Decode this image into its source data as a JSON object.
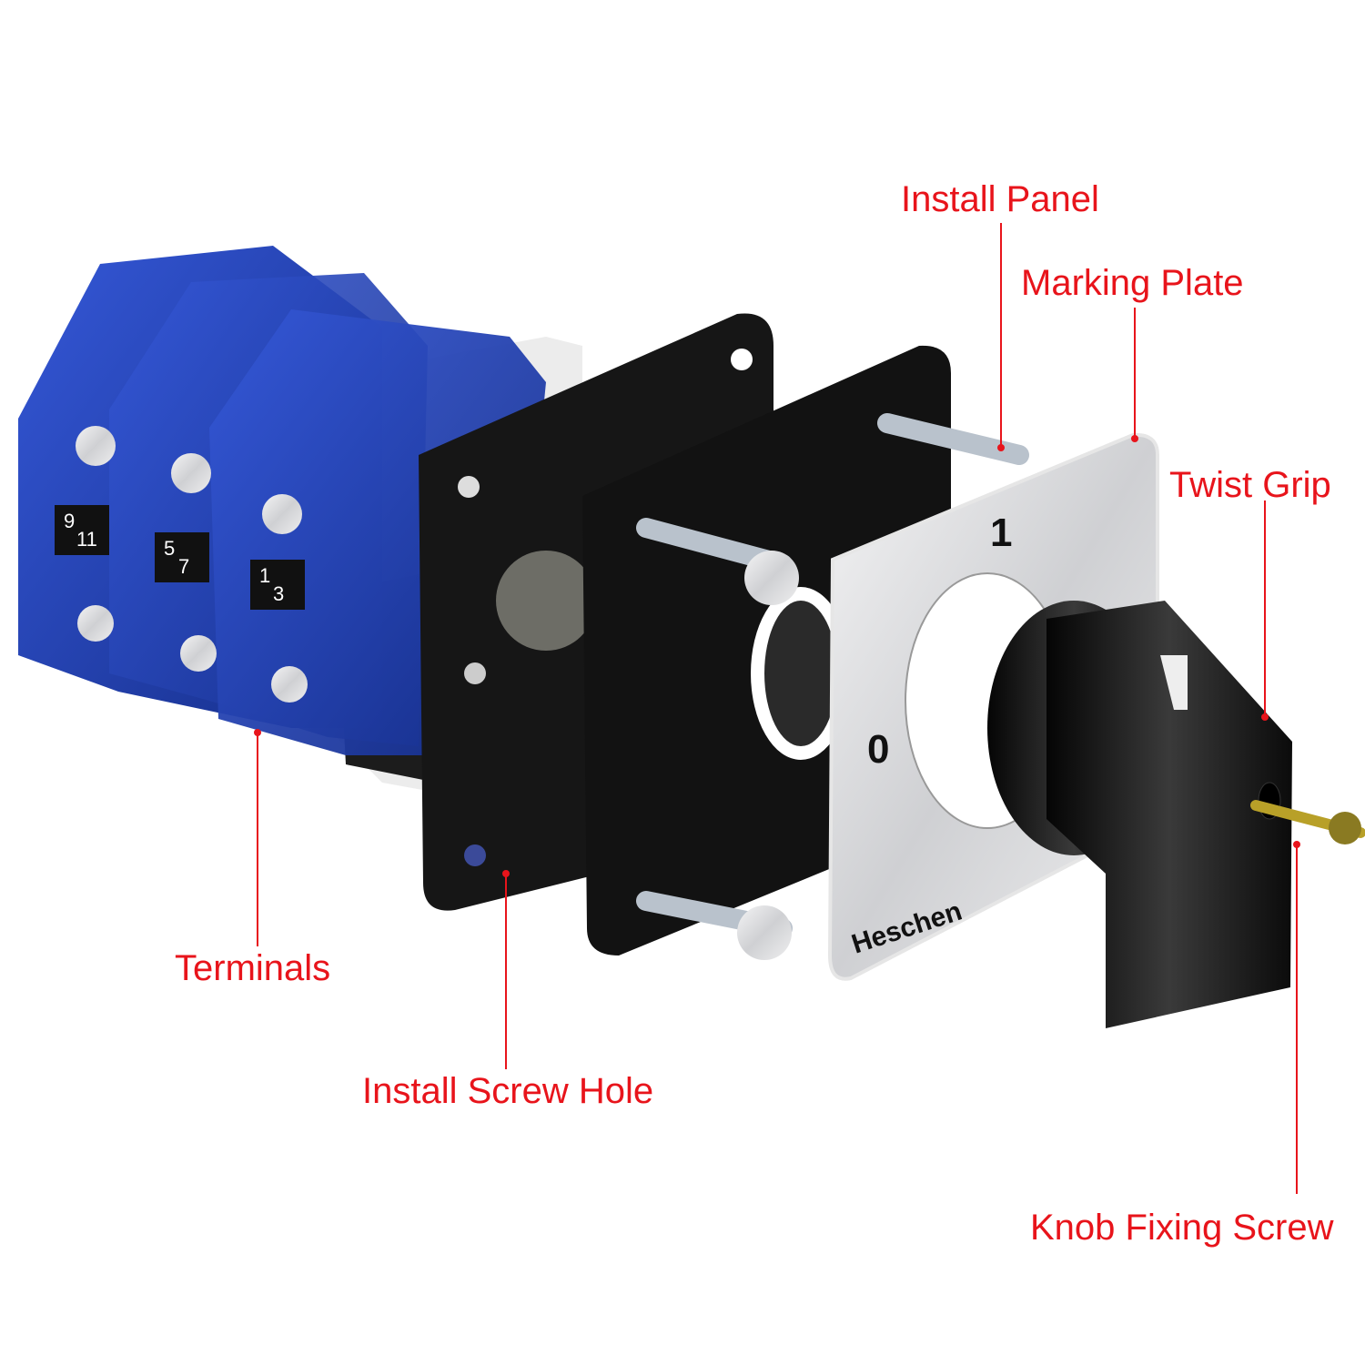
{
  "labels": {
    "install_panel": "Install Panel",
    "marking_plate": "Marking Plate",
    "twist_grip": "Twist Grip",
    "terminals": "Terminals",
    "install_screw_hole": "Install Screw Hole",
    "knob_fixing_screw": "Knob Fixing Screw"
  },
  "plate": {
    "position_on": "1",
    "position_off": "0",
    "brand": "Heschen"
  },
  "terminal_numbers": [
    [
      "9",
      "11"
    ],
    [
      "5",
      "7"
    ],
    [
      "1",
      "3"
    ]
  ],
  "colors": {
    "label": "#e8141b",
    "body_blue": "#1f3fb0",
    "black": "#151515",
    "plate_silver": "#d9dadc"
  }
}
